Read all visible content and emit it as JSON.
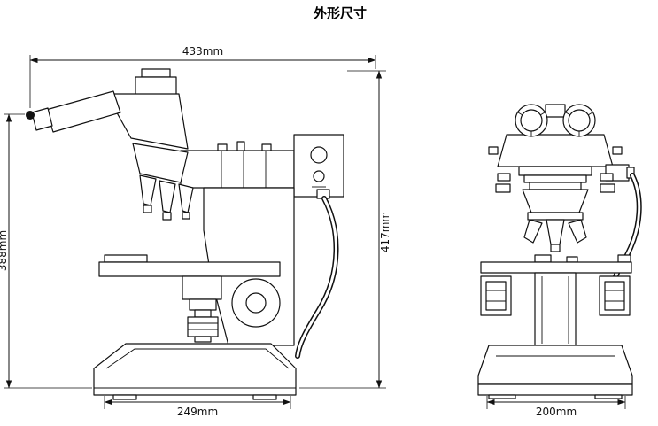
{
  "title": "外形尺寸",
  "dimensions": {
    "overall_width": "433mm",
    "left_height": "388mm",
    "right_height": "417mm",
    "side_base_width": "249mm",
    "front_base_width": "200mm"
  }
}
